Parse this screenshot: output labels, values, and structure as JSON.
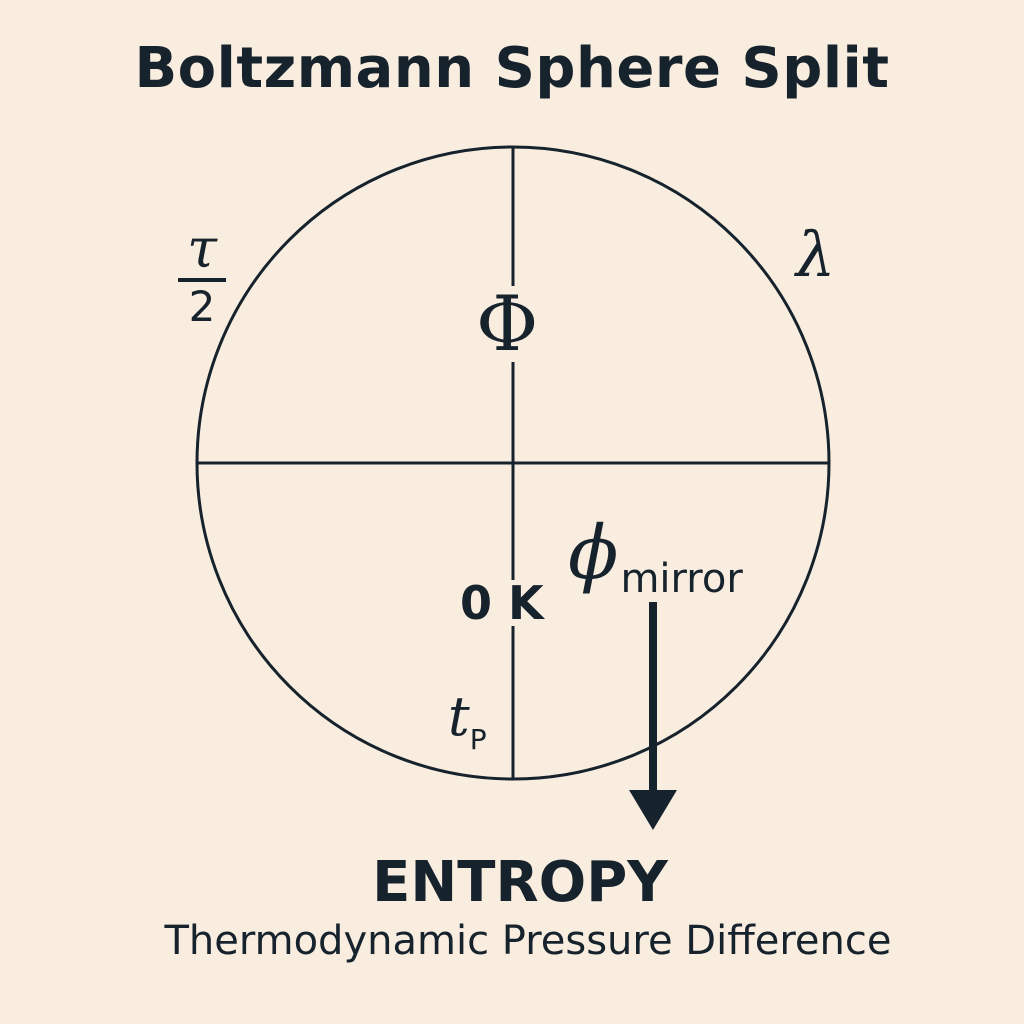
{
  "title": "Boltzmann Sphere Split",
  "labels": {
    "tau_numerator": "τ",
    "tau_denominator": "2",
    "lambda": "λ",
    "phi_upper": "Φ",
    "zero_k": "0 K",
    "phi_mirror_symbol": "ϕ",
    "phi_mirror_subscript": "mirror",
    "tp_symbol": "t",
    "tp_subscript": "P"
  },
  "arrow_label": "ENTROPY",
  "caption": "Thermodynamic Pressure Difference",
  "colors": {
    "background": "#f9ede0",
    "ink": "#16222c"
  }
}
